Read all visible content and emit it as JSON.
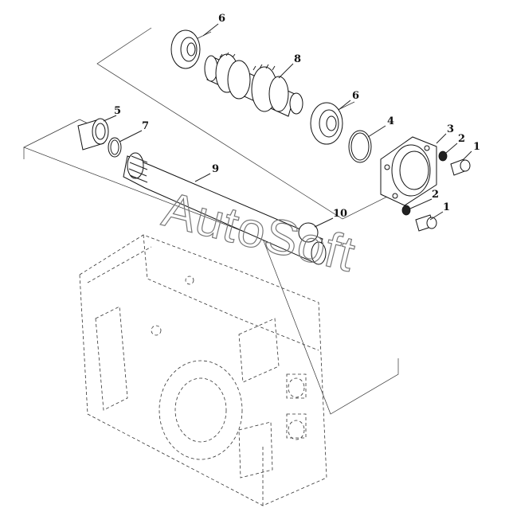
{
  "labels": {
    "l1a": "1",
    "l1b": "1",
    "l2a": "2",
    "l2b": "2",
    "l3": "3",
    "l4": "4",
    "l5": "5",
    "l6a": "6",
    "l6b": "6",
    "l7": "7",
    "l8": "8",
    "l9": "9",
    "l10": "10"
  },
  "watermark": {
    "text": "AutoSoft"
  },
  "colors": {
    "line": "#222222",
    "background": "#ffffff",
    "watermark": "#777777"
  }
}
